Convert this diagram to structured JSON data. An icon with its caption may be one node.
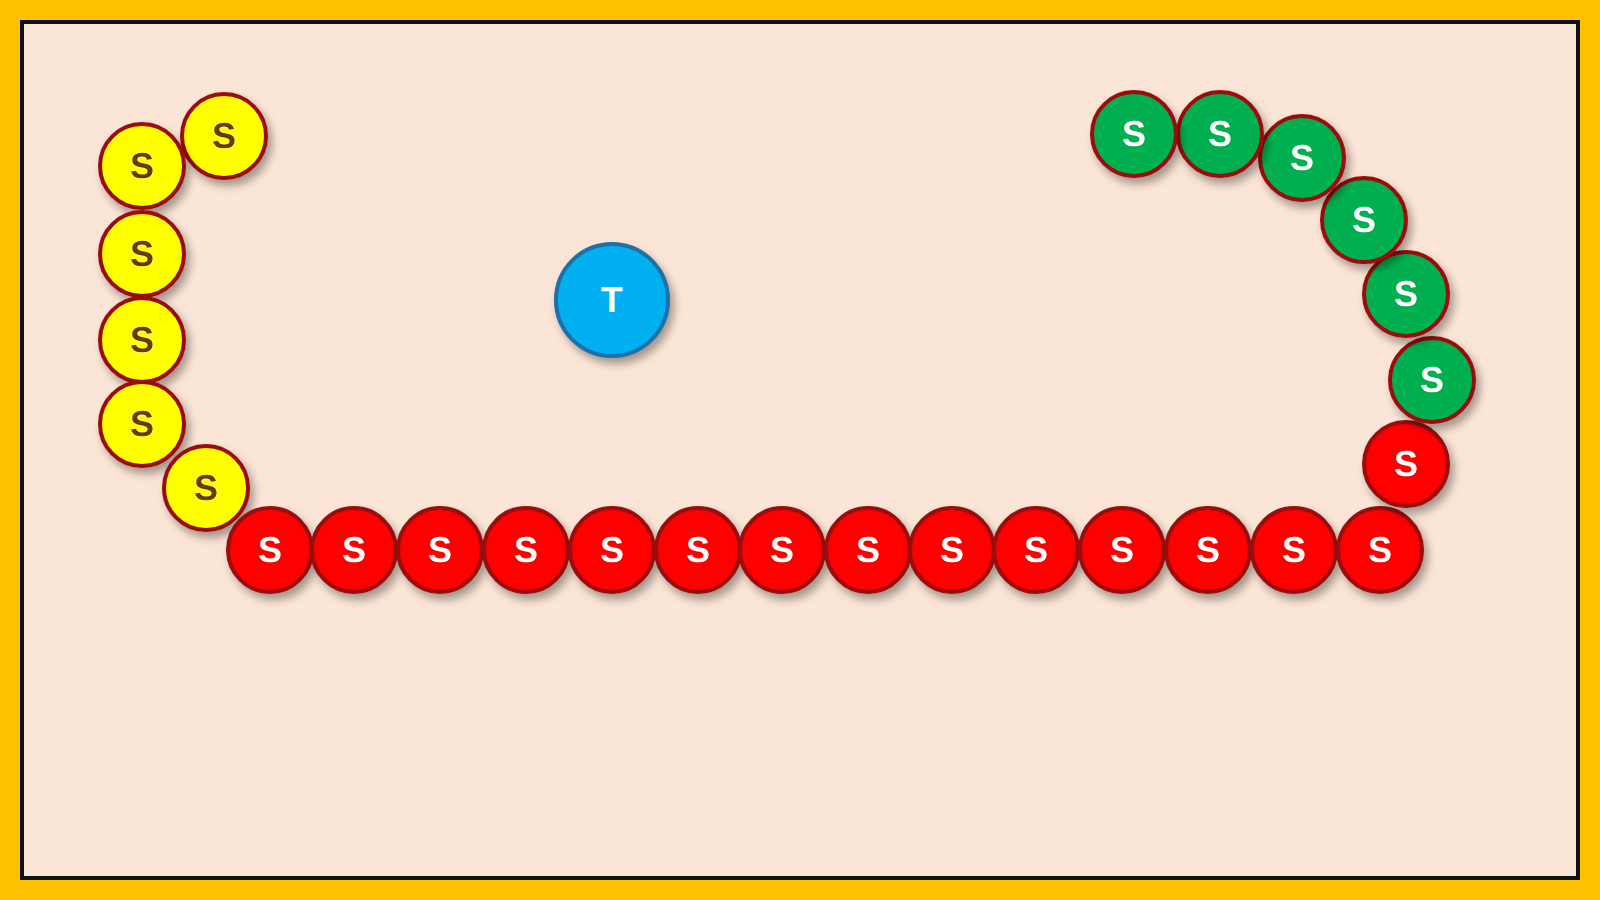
{
  "diagram": {
    "nodes": [
      {
        "text": [
          "S"
        ]
      },
      {
        "text": [
          "S"
        ]
      },
      {
        "text": [
          "S"
        ]
      },
      {
        "text": [
          "S"
        ]
      },
      {
        "text": [
          "S"
        ]
      },
      {
        "text": [
          "S"
        ]
      },
      {
        "text": [
          "S"
        ]
      },
      {
        "text": [
          "S"
        ]
      },
      {
        "text": [
          "S"
        ]
      },
      {
        "text": [
          "S"
        ]
      },
      {
        "text": [
          "S"
        ]
      },
      {
        "text": [
          "S"
        ]
      },
      {
        "text": [
          "S"
        ]
      },
      {
        "text": [
          "S"
        ]
      },
      {
        "text": [
          "S"
        ]
      },
      {
        "text": [
          "S"
        ]
      },
      {
        "text": [
          "S"
        ]
      },
      {
        "text": [
          "S"
        ]
      },
      {
        "text": [
          "S"
        ]
      },
      {
        "text": [
          "S"
        ]
      },
      {
        "text": [
          "S"
        ]
      },
      {
        "text": [
          "S"
        ]
      },
      {
        "text": [
          "S"
        ]
      },
      {
        "text": [
          "S"
        ]
      },
      {
        "text": [
          "S"
        ]
      },
      {
        "text": [
          "S"
        ]
      },
      {
        "text": [
          "S"
        ]
      },
      {
        "text": [
          "T"
        ]
      }
    ]
  }
}
